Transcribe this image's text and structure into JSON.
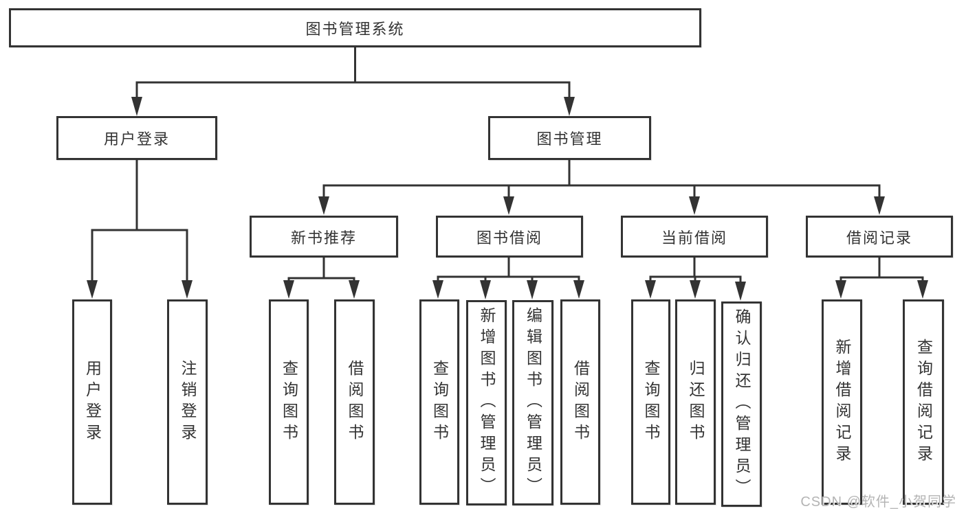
{
  "nodes": {
    "root": "图书管理系统",
    "level2": [
      "用户登录",
      "图书管理"
    ],
    "level3": [
      "新书推荐",
      "图书借阅",
      "当前借阅",
      "借阅记录"
    ],
    "leaves_user_login": [
      "用户登录",
      "注销登录"
    ],
    "leaves_new_book": [
      "查询图书",
      "借阅图书"
    ],
    "leaves_book_borrow": [
      "查询图书",
      "新增图书（管理员）",
      "编辑图书（管理员）",
      "借阅图书"
    ],
    "leaves_current_borrow": [
      "查询图书",
      "归还图书",
      "确认归还（管理员）"
    ],
    "leaves_borrow_record": [
      "新增借阅记录",
      "查询借阅记录"
    ]
  },
  "watermark": "CSDN @软件_小贺同学",
  "colors": {
    "line": "#333333",
    "text": "#333333",
    "box_background": "#ffffff",
    "watermark": "#b4b4b4",
    "background": "#ffffff"
  }
}
